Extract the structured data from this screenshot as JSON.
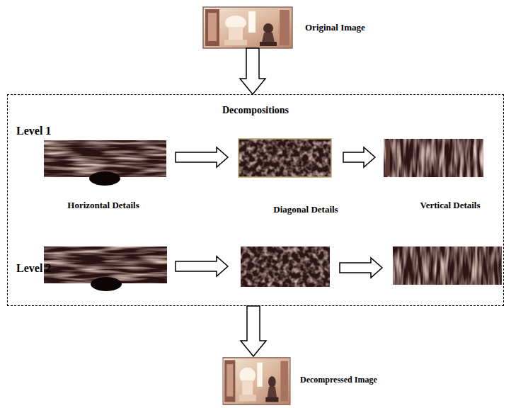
{
  "diagram": {
    "nodes": [
      {
        "text": [
          "Original Image"
        ]
      },
      {
        "text": [
          "Decompositions"
        ]
      },
      {
        "text": [
          "Level 1"
        ],
        "in": 1
      },
      {
        "text": [
          "Level 2"
        ],
        "in": 1
      },
      {
        "text": [
          "Decompressed Image"
        ]
      }
    ],
    "edges": [
      {
        "from": 0,
        "to": 1,
        "arrow": "to"
      },
      {
        "from": 1,
        "to": 4,
        "arrow": "to"
      }
    ],
    "labels": [
      "Horizontal Details",
      "Diagonal Details",
      "Vertical Details"
    ]
  }
}
